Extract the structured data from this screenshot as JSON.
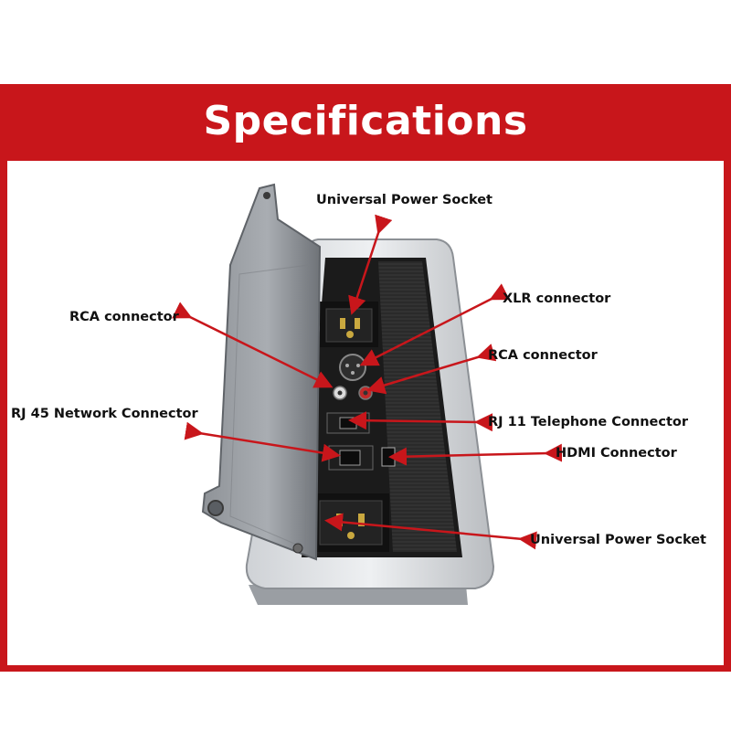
{
  "title": "Specifications",
  "colors": {
    "banner": "#c8161b",
    "arrow": "#c8161b"
  },
  "labels": {
    "power_socket_top": "Universal Power Socket",
    "rca_left": "RCA connector",
    "xlr": "XLR connector",
    "rca_right": "RCA connector",
    "rj45": "RJ 45 Network Connector",
    "rj11": "RJ 11 Telephone Connector",
    "hdmi": "HDMI Connector",
    "power_socket_bottom": "Universal Power Socket"
  }
}
